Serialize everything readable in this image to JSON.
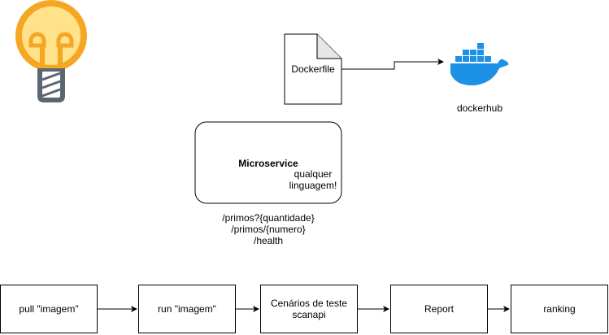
{
  "diagram": {
    "dockerfile": {
      "label": "Dockerfile"
    },
    "dockerhub": {
      "label": "dockerhub"
    },
    "microservice": {
      "title": "Microservice",
      "subtitle_line1": "qualquer",
      "subtitle_line2": "linguagem!"
    },
    "endpoints": [
      "/primos?{quantidade}",
      "/primos/{numero}",
      "/health"
    ],
    "pipeline": [
      {
        "label_line1": "pull \"imagem\"",
        "label_line2": ""
      },
      {
        "label_line1": "run \"imagem\"",
        "label_line2": ""
      },
      {
        "label_line1": "Cenários de teste",
        "label_line2": "scanapi"
      },
      {
        "label_line1": "Report",
        "label_line2": ""
      },
      {
        "label_line1": "ranking",
        "label_line2": ""
      }
    ]
  },
  "colors": {
    "bulb_yellow": "#F5A623",
    "bulb_inner": "#FFE28A",
    "bulb_base": "#5B6670",
    "docker_blue": "#1D91E6"
  }
}
